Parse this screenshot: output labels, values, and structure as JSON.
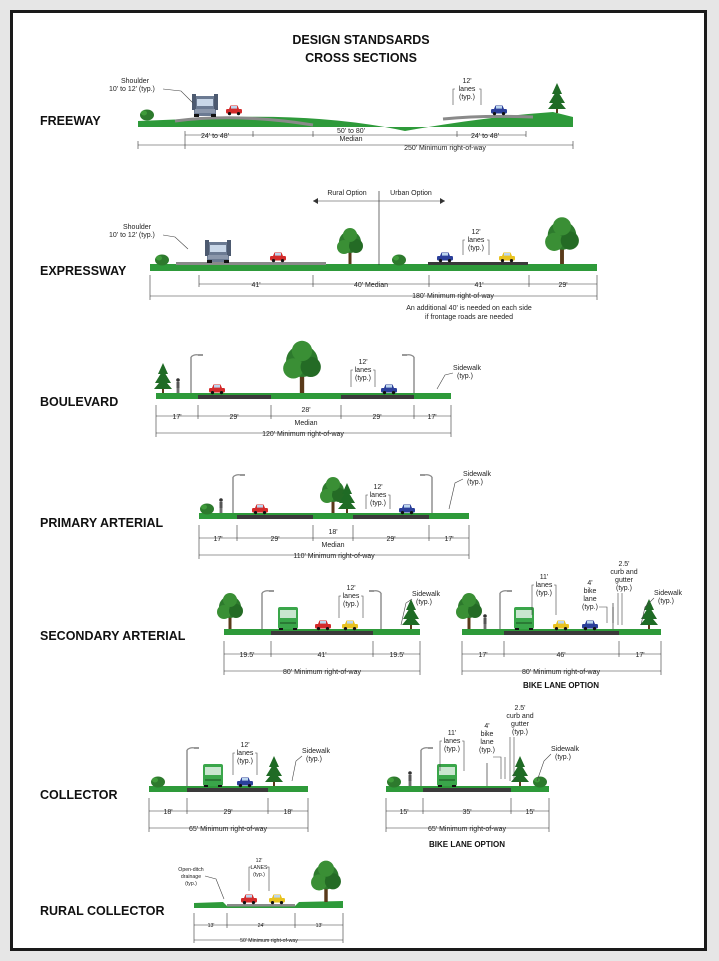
{
  "title": {
    "line1": "DESIGN STANDSARDS",
    "line2": "CROSS SECTIONS"
  },
  "freeway": {
    "name": "FREEWAY",
    "shoulder": "Shoulder",
    "shoulder_width": "10' to 12' (typ.)",
    "lanes_width": "12'",
    "lanes": "lanes",
    "lanes_typ": "(typ.)",
    "dim_left": "24' to 48'",
    "dim_median": "50' to 80'",
    "median": "Median",
    "dim_right": "24' to 48'",
    "row": "250' Minimum right-of-way"
  },
  "expressway": {
    "name": "EXPRESSWAY",
    "rural": "Rural Option",
    "urban": "Urban Option",
    "shoulder": "Shoulder",
    "shoulder_width": "10' to 12' (typ.)",
    "lanes_width": "12'",
    "lanes": "lanes",
    "lanes_typ": "(typ.)",
    "dim_a": "41'",
    "dim_median": "40' Median",
    "dim_b": "41'",
    "dim_c": "29'",
    "row": "180' Minimum right-of-way",
    "note1": "An additional 40' is needed on each side",
    "note2": "if frontage roads are needed"
  },
  "boulevard": {
    "name": "BOULEVARD",
    "lanes_width": "12'",
    "lanes": "lanes",
    "lanes_typ": "(typ.)",
    "sidewalk": "Sidewalk",
    "sidewalk_typ": "(typ.)",
    "dim_a": "17'",
    "dim_b": "29'",
    "dim_median": "28'",
    "median": "Median",
    "dim_c": "29'",
    "dim_d": "17'",
    "row": "120' Minimum right-of-way"
  },
  "primary": {
    "name": "PRIMARY ARTERIAL",
    "lanes_width": "12'",
    "lanes": "lanes",
    "lanes_typ": "(typ.)",
    "sidewalk": "Sidewalk",
    "sidewalk_typ": "(typ.)",
    "dim_a": "17'",
    "dim_b": "29'",
    "dim_median": "18'",
    "median": "Median",
    "dim_c": "29'",
    "dim_d": "17'",
    "row": "110' Minimum right-of-way"
  },
  "secondary": {
    "name": "SECONDARY ARTERIAL",
    "lanes_width": "12'",
    "lanes": "lanes",
    "lanes_typ": "(typ.)",
    "sidewalk": "Sidewalk",
    "sidewalk_typ": "(typ.)",
    "dim_a": "19.5'",
    "dim_b": "41'",
    "dim_c": "19.5'",
    "row": "80' Minimum right-of-way"
  },
  "secondary_bike": {
    "lanes_width": "11'",
    "lanes": "lanes",
    "lanes_typ": "(typ.)",
    "bike_width": "4'",
    "bike": "bike",
    "bike_lane": "lane",
    "bike_typ": "(typ.)",
    "curb_width": "2.5'",
    "curb": "curb and",
    "gutter": "gutter",
    "curb_typ": "(typ.)",
    "sidewalk": "Sidewalk",
    "sidewalk_typ": "(typ.)",
    "dim_a": "17'",
    "dim_b": "46'",
    "dim_c": "17'",
    "row": "80' Minimum right-of-way",
    "option": "BIKE LANE OPTION"
  },
  "collector": {
    "name": "COLLECTOR",
    "lanes_width": "12'",
    "lanes": "lanes",
    "lanes_typ": "(typ.)",
    "sidewalk": "Sidewalk",
    "sidewalk_typ": "(typ.)",
    "dim_a": "18'",
    "dim_b": "29'",
    "dim_c": "18'",
    "row": "65' Minimum right-of-way"
  },
  "collector_bike": {
    "lanes_width": "11'",
    "lanes": "lanes",
    "lanes_typ": "(typ.)",
    "bike_width": "4'",
    "bike": "bike",
    "bike_lane": "lane",
    "bike_typ": "(typ.)",
    "curb_width": "2.5'",
    "curb": "curb and",
    "gutter": "gutter",
    "curb_typ": "(typ.)",
    "sidewalk": "Sidewalk",
    "sidewalk_typ": "(typ.)",
    "dim_a": "15'",
    "dim_b": "35'",
    "dim_c": "15'",
    "row": "65' Minimum right-of-way",
    "option": "BIKE LANE OPTION"
  },
  "rural": {
    "name": "RURAL COLLECTOR",
    "ditch1": "Open-ditch",
    "ditch2": "drainage",
    "ditch3": "(typ.)",
    "lanes_width": "12'",
    "lanes": "LANES",
    "lanes_typ": "(typ.)",
    "dim_a": "13'",
    "dim_b": "24'",
    "dim_c": "13'",
    "row": "50' Minimum right-of-way"
  },
  "colors": {
    "grass": "#2e9a3a",
    "pavement": "#3a3a3a",
    "tree_dark": "#1f6b25",
    "tree_light": "#3f9b3a",
    "car_red": "#d32b2b",
    "car_blue": "#2b3f9a",
    "car_yellow": "#e8c21f",
    "bus": "#3aa64a",
    "truck": "#6b7a92"
  }
}
